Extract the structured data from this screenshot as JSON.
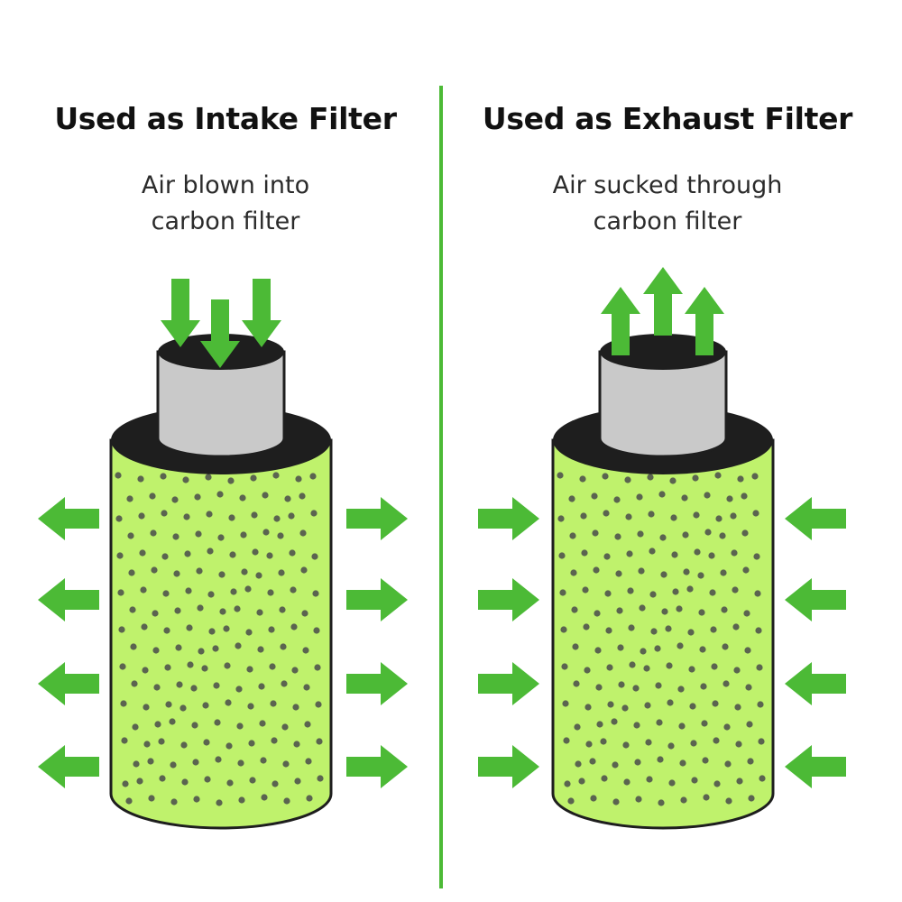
{
  "colors": {
    "accent_green": "#4cba36",
    "filter_green": "#bff26c",
    "dot": "#5b6450",
    "collar": "#1e1e1e",
    "pipe": "#c9c9c9"
  },
  "panels": [
    {
      "title": "Used as Intake Filter",
      "subtitle_lines": [
        "Air blown into",
        "carbon filter"
      ],
      "top_arrows_direction": "down",
      "side_arrows_direction": "outward",
      "icons": [
        "arrow-down-icon",
        "arrow-left-icon",
        "arrow-right-icon"
      ]
    },
    {
      "title": "Used as Exhaust Filter",
      "subtitle_lines": [
        "Air sucked through",
        "carbon filter"
      ],
      "top_arrows_direction": "up",
      "side_arrows_direction": "inward",
      "icons": [
        "arrow-up-icon",
        "arrow-right-icon",
        "arrow-left-icon"
      ]
    }
  ]
}
